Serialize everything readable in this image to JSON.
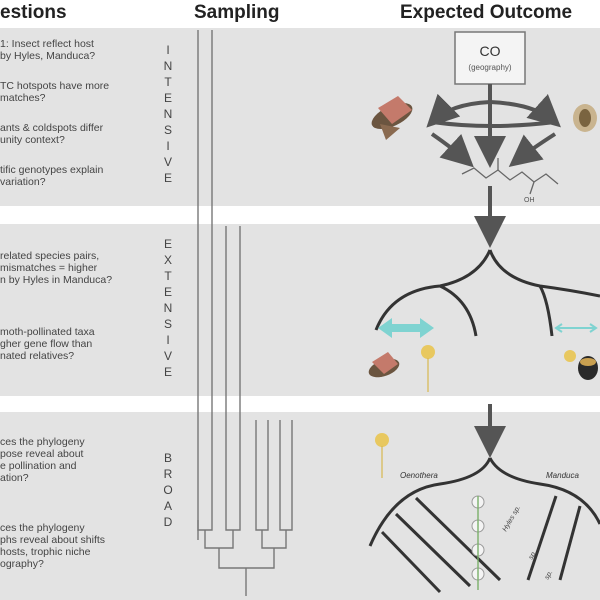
{
  "headers": {
    "questions": "estions",
    "sampling": "Sampling",
    "outcomes": "Expected Outcome"
  },
  "sections": [
    {
      "label": "INTENSIVE",
      "questions": [
        "1: Insect reflect host\nby Hyles, Manduca?",
        "TC hotspots have more\nmatches?",
        "ants & coldspots differ\nunity context?",
        "tific genotypes explain\nvariation?"
      ]
    },
    {
      "label": "EXTENSIVE",
      "questions": [
        "related species pairs,\nmismatches = higher\nn by Hyles in Manduca?",
        "moth-pollinated taxa\ngher gene flow than\nnated relatives?"
      ]
    },
    {
      "label": "BROAD",
      "questions": [
        "ces the phylogeny\npose reveal about\ne pollination and\nation?",
        "ces the phylogeny\nphs reveal about shifts\nhosts, trophic niche\nography?"
      ]
    }
  ],
  "diagram": {
    "co_box_title": "CO",
    "co_box_sub": "(geography)",
    "chemical_label": "OH",
    "clade_left": "Oenothera",
    "clade_right": "Manduca",
    "branch_labels": [
      "Hyles sp.",
      "sp.",
      "sp."
    ]
  },
  "colors": {
    "band": "#e3e3e3",
    "arrow": "#555555",
    "teal": "#7fd3d1",
    "flower": "#e8c860"
  }
}
